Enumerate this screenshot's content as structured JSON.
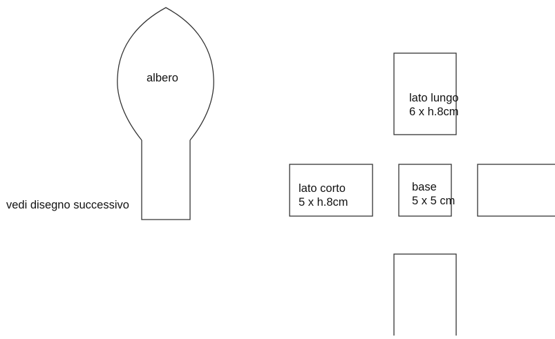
{
  "colors": {
    "stroke": "#333333",
    "text": "#111111",
    "background": "#ffffff"
  },
  "tree": {
    "label": "albero"
  },
  "note": {
    "text": "vedi disegno successivo"
  },
  "long_side": {
    "line1": "lato lungo",
    "line2": "6 x h.8cm"
  },
  "short_side": {
    "line1": "lato corto",
    "line2": "5 x h.8cm"
  },
  "base": {
    "line1": "base",
    "line2": "5 x 5 cm"
  }
}
